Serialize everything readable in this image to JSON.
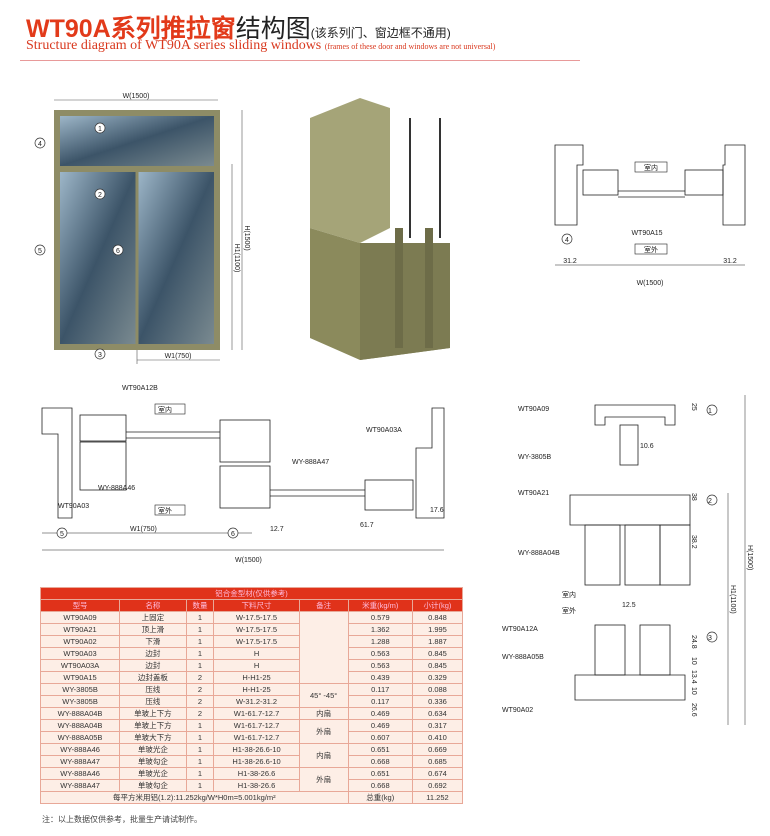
{
  "title": {
    "main_red": "WT90A系列推拉窗",
    "main_black": "结构图",
    "main_note": "(该系列门、窗边框不通用)",
    "sub": "Structure diagram of WT90A series sliding windows",
    "sub_note": "(frames of these door and windows are not universal)"
  },
  "elevation": {
    "w": "W(1500)",
    "h": "H(1500)",
    "h1": "H1(1100)",
    "w1": "W1(750)",
    "markers": [
      "1",
      "2",
      "3",
      "4",
      "5",
      "6"
    ]
  },
  "frame_section": {
    "indoor": "室内",
    "outdoor": "室外",
    "profile": "WT90A15",
    "dim_left": "31.2",
    "dim_right": "31.2",
    "w": "W(1500)",
    "marker": "4"
  },
  "horizontal_section": {
    "labels": [
      "WT90A12B",
      "WT90A03A",
      "WY-888A47",
      "WY-888A46",
      "WT90A03"
    ],
    "indoor": "室内",
    "outdoor": "室外",
    "markers": [
      "5",
      "6"
    ],
    "w1": "W1(750)",
    "d1": "12.7",
    "d2": "61.7",
    "d3": "17.6",
    "w": "W(1500)"
  },
  "vertical_section": {
    "labels": [
      "WT90A09",
      "WY-3805B",
      "WT90A21",
      "WY-888A04B",
      "WT90A12A",
      "WY-888A05B",
      "WT90A02"
    ],
    "dims": [
      "25",
      "10.6",
      "38",
      "38.2",
      "12.5",
      "24.8",
      "10",
      "13.4",
      "10",
      "26.6"
    ],
    "h1": "H1(1100)",
    "h": "H(1500)",
    "markers": [
      "1",
      "2",
      "3"
    ],
    "indoor": "室内",
    "outdoor": "室外"
  },
  "table": {
    "title": "铝合金型材(仅供参考)",
    "headers": [
      "型号",
      "名称",
      "数量",
      "下料尺寸",
      "备注",
      "米重(kg/m)",
      "小计(kg)"
    ],
    "rows": [
      [
        "WT90A09",
        "上固定",
        "1",
        "W-17.5-17.5",
        "0.579",
        "0.848"
      ],
      [
        "WT90A21",
        "顶上滑",
        "1",
        "W-17.5-17.5",
        "1.362",
        "1.995"
      ],
      [
        "WT90A02",
        "下滑",
        "1",
        "W-17.5-17.5",
        "1.288",
        "1.887"
      ],
      [
        "WT90A03",
        "边封",
        "1",
        "H",
        "0.563",
        "0.845"
      ],
      [
        "WT90A03A",
        "边封",
        "1",
        "H",
        "0.563",
        "0.845"
      ],
      [
        "WT90A15",
        "边封盖板",
        "2",
        "H-H1-25",
        "0.439",
        "0.329"
      ],
      [
        "WY-3805B",
        "压线",
        "2",
        "H-H1-25",
        "0.117",
        "0.088"
      ],
      [
        "WY-3805B",
        "压线",
        "2",
        "W-31.2-31.2",
        "0.117",
        "0.336"
      ],
      [
        "WY-888A04B",
        "单玻上下方",
        "2",
        "W1-61.7-12.7",
        "0.469",
        "0.634"
      ],
      [
        "WY-888A04B",
        "单玻上下方",
        "1",
        "W1-61.7-12.7",
        "0.469",
        "0.317"
      ],
      [
        "WY-888A05B",
        "单玻大下方",
        "1",
        "W1-61.7-12.7",
        "0.607",
        "0.410"
      ],
      [
        "WY-888A46",
        "单玻光企",
        "1",
        "H1-38-26.6-10",
        "0.651",
        "0.669"
      ],
      [
        "WY-888A47",
        "单玻勾企",
        "1",
        "H1-38-26.6-10",
        "0.668",
        "0.685"
      ],
      [
        "WY-888A46",
        "单玻光企",
        "1",
        "H1-38-26.6",
        "0.651",
        "0.674"
      ],
      [
        "WY-888A47",
        "单玻勾企",
        "1",
        "H1-38-26.6",
        "0.668",
        "0.692"
      ]
    ],
    "remarks": {
      "angle": "45° -45°",
      "inner1": "内扇",
      "outer1": "外扇",
      "inner2": "内扇",
      "outer2": "外扇"
    },
    "footer": {
      "formula": "每平方米用铝(1.2):11.252kg/W*H0m=5.001kg/m²",
      "total_label": "总重(kg)",
      "total": "11.252"
    }
  },
  "note": "注：以上数据仅供参考，批量生产请试制作。",
  "colors": {
    "accent": "#e0321a",
    "profile": "#8b8a5c"
  }
}
